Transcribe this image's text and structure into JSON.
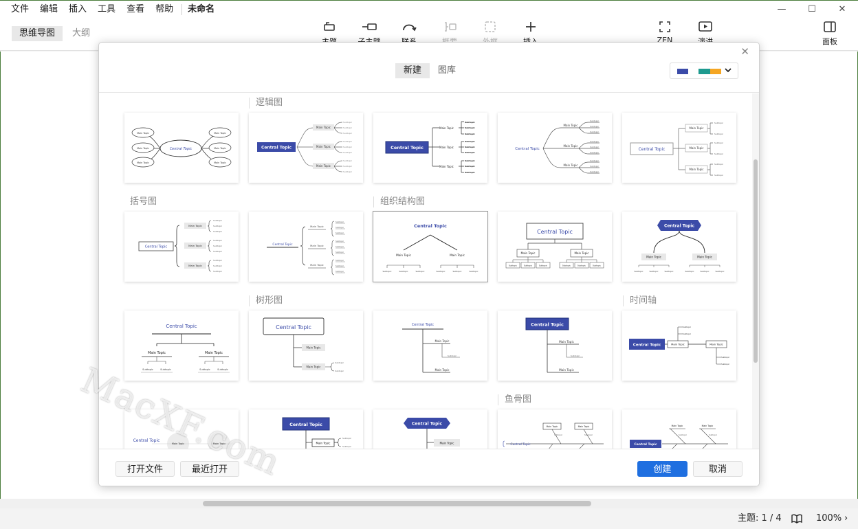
{
  "menu": {
    "items": [
      "文件",
      "编辑",
      "插入",
      "工具",
      "查看",
      "帮助"
    ],
    "doc_title": "未命名"
  },
  "window": {
    "minimize": "—",
    "maximize": "☐",
    "close": "✕"
  },
  "toolbar": {
    "view_tabs": [
      "思维导图",
      "大纲"
    ],
    "tools": {
      "topic": "主题",
      "subtopic": "子主题",
      "relationship": "联系",
      "summary": "概要",
      "boundary": "外框",
      "insert": "插入",
      "zen": "ZEN",
      "pitch": "演讲",
      "panel": "面板"
    },
    "icons": {
      "topic": "topic-icon",
      "subtopic": "subtopic-icon",
      "relationship": "relationship-icon",
      "summary": "summary-icon",
      "boundary": "boundary-icon",
      "insert": "plus-icon",
      "zen": "fullscreen-icon",
      "pitch": "play-icon",
      "panel": "panel-icon"
    }
  },
  "dialog": {
    "tabs": [
      "新建",
      "图库"
    ],
    "close": "✕",
    "theme_colors": [
      "#3b4ba8",
      "#ffffff",
      "#1e9a8f",
      "#f5a623"
    ],
    "sections": {
      "logic": "逻辑图",
      "brace": "括号图",
      "org": "组织结构图",
      "tree": "树形图",
      "timeline": "时间轴",
      "fishbone": "鱼骨图"
    },
    "labels": {
      "central": "Central Topic",
      "main": "Main Topic",
      "main_short": "Main Topic",
      "sub": "Subtopic"
    },
    "buttons": {
      "open_file": "打开文件",
      "recent": "最近打开",
      "create": "创建",
      "cancel": "取消"
    }
  },
  "status": {
    "topic_count": "主题: 1 / 4",
    "zoom": "100%"
  },
  "colors": {
    "accent": "#1f6fe0",
    "navy": "#3b4ba8",
    "window_border": "#4a7c3a"
  },
  "watermark": "MacXF.com"
}
